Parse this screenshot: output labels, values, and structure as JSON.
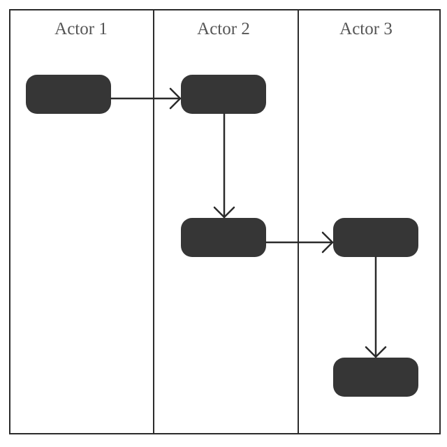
{
  "swimlanes": [
    {
      "label": "Actor 1"
    },
    {
      "label": "Actor 2"
    },
    {
      "label": "Actor 3"
    }
  ],
  "activity_color": "#363636",
  "line_color": "#2b2b2b"
}
